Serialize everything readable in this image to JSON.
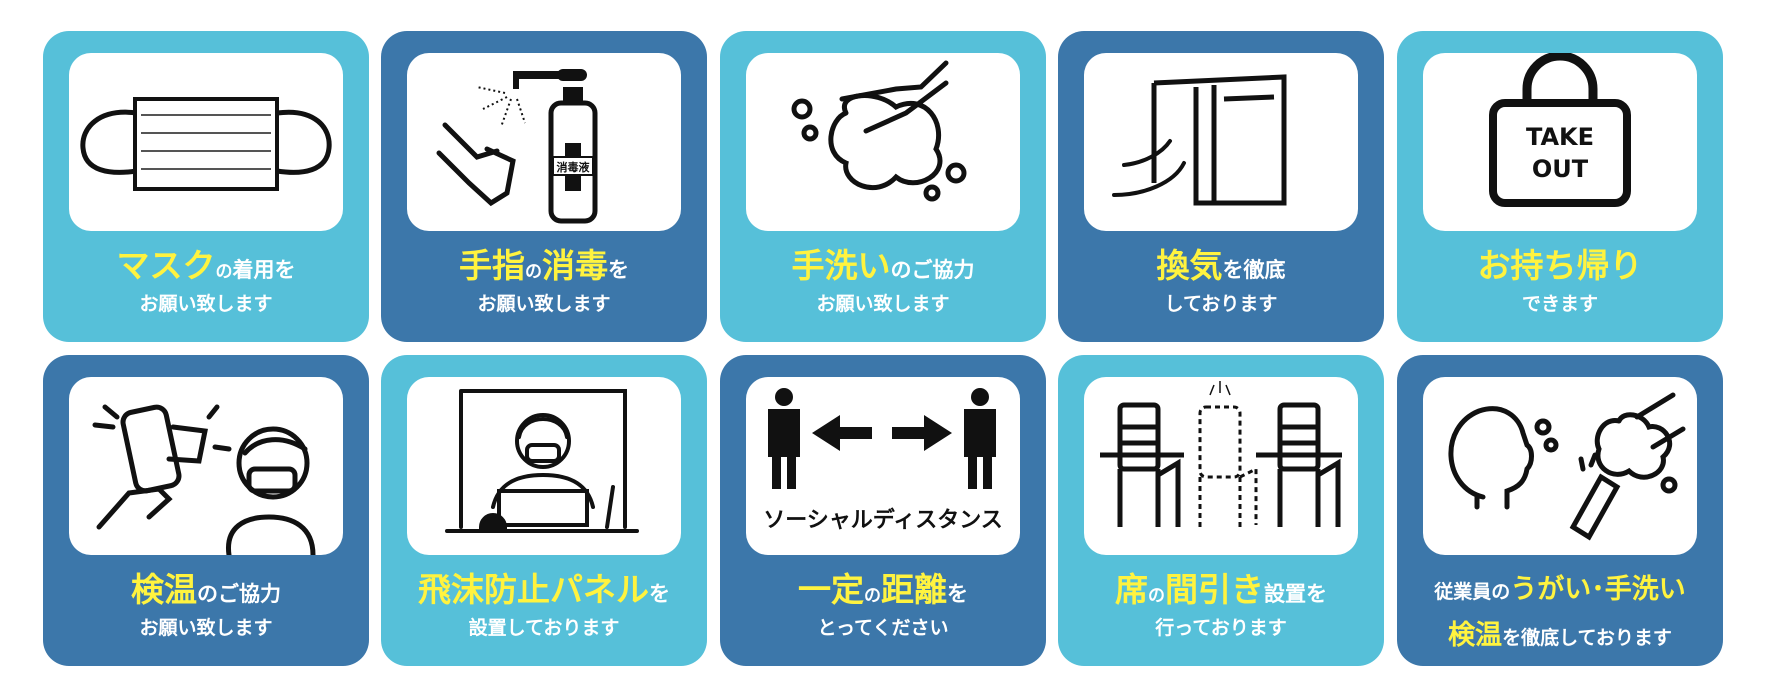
{
  "colors": {
    "light": "#56c0d9",
    "dark": "#3c77aa",
    "highlight": "#fff33f"
  },
  "cards": [
    {
      "icon": "mask-icon",
      "line1": [
        {
          "t": "マスク",
          "hl": true
        },
        {
          "t": "の",
          "hl": false,
          "s": true
        },
        {
          "t": "着用を",
          "hl": false
        }
      ],
      "line2": [
        {
          "t": "お願い致します",
          "hl": false
        }
      ]
    },
    {
      "icon": "hand-sanitizer-icon",
      "label": "消毒液",
      "line1": [
        {
          "t": "手指",
          "hl": true
        },
        {
          "t": "の",
          "hl": false,
          "s": true
        },
        {
          "t": "消毒",
          "hl": true
        },
        {
          "t": "を",
          "hl": false
        }
      ],
      "line2": [
        {
          "t": "お願い致します",
          "hl": false
        }
      ]
    },
    {
      "icon": "hand-washing-icon",
      "line1": [
        {
          "t": "手洗い",
          "hl": true
        },
        {
          "t": "のご協力",
          "hl": false
        }
      ],
      "line2": [
        {
          "t": "お願い致します",
          "hl": false
        }
      ]
    },
    {
      "icon": "ventilation-window-icon",
      "line1": [
        {
          "t": "換気",
          "hl": true
        },
        {
          "t": "を徹底",
          "hl": false
        }
      ],
      "line2": [
        {
          "t": "しております",
          "hl": false
        }
      ]
    },
    {
      "icon": "takeout-bag-icon",
      "label": "TAKE OUT",
      "line1": [
        {
          "t": "お持ち帰り",
          "hl": true
        }
      ],
      "line2": [
        {
          "t": "できます",
          "hl": false
        }
      ]
    },
    {
      "icon": "thermometer-gun-icon",
      "line1": [
        {
          "t": "検温",
          "hl": true
        },
        {
          "t": "のご協力",
          "hl": false
        }
      ],
      "line2": [
        {
          "t": "お願い致します",
          "hl": false
        }
      ]
    },
    {
      "icon": "partition-panel-icon",
      "line1": [
        {
          "t": "飛沫防止パネル",
          "hl": true
        },
        {
          "t": "を",
          "hl": false
        }
      ],
      "line2": [
        {
          "t": "設置しております",
          "hl": false
        }
      ]
    },
    {
      "icon": "social-distance-icon",
      "label": "ソーシャルディスタンス",
      "line1": [
        {
          "t": "一定",
          "hl": true
        },
        {
          "t": "の",
          "hl": false,
          "s": true
        },
        {
          "t": "距離",
          "hl": true
        },
        {
          "t": "を",
          "hl": false
        }
      ],
      "line2": [
        {
          "t": "とってください",
          "hl": false
        }
      ]
    },
    {
      "icon": "spaced-chairs-icon",
      "line1": [
        {
          "t": "席",
          "hl": true
        },
        {
          "t": "の",
          "hl": false,
          "s": true
        },
        {
          "t": "間引き",
          "hl": true
        },
        {
          "t": "設置を",
          "hl": false
        }
      ],
      "line2": [
        {
          "t": "行っております",
          "hl": false
        }
      ]
    },
    {
      "icon": "staff-hygiene-icon",
      "line1": [
        {
          "t": "従業員の",
          "hl": false
        },
        {
          "t": "うがい･手洗い",
          "hl": true
        }
      ],
      "line2": [
        {
          "t": "検温",
          "hl": true
        },
        {
          "t": "を徹底しております",
          "hl": false
        }
      ]
    }
  ]
}
